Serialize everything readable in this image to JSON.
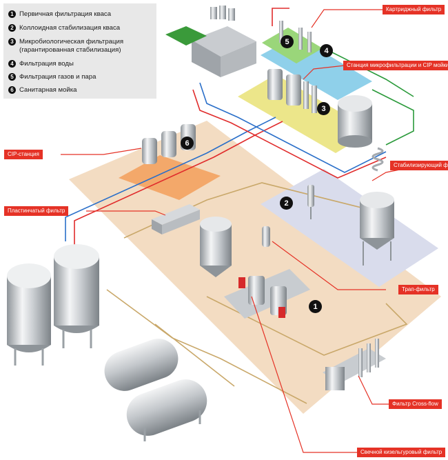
{
  "legend": {
    "items": [
      {
        "num": "1",
        "label": "Первичная фильтрация кваса"
      },
      {
        "num": "2",
        "label": "Коллоидная стабилизация кваса"
      },
      {
        "num": "3",
        "label": "Микробиологическая фильтрация",
        "label2": "(гарантированная стабилизация)"
      },
      {
        "num": "4",
        "label": "Фильтрация воды"
      },
      {
        "num": "5",
        "label": "Фильтрация газов и пара"
      },
      {
        "num": "6",
        "label": "Санитарная мойка"
      }
    ]
  },
  "callouts": {
    "cartridge": "Картриджный фильтр",
    "microfiltration": "Станция микрофильтрации и CIP мойки",
    "cip": "CIP-станция",
    "stabilizing": "Стабилизирующий фильтр",
    "plate": "Пластинчатый фильтр",
    "trap": "Трап-фильтр",
    "crossflow": "Фильтр Cross-flow",
    "candle": "Свечной кизельгуровый фильтр"
  },
  "zones": {
    "z1": "1",
    "z2": "2",
    "z3": "3",
    "z4": "4",
    "z5": "5",
    "z6": "6"
  },
  "colors": {
    "zone1": "#f3dcc2",
    "zone2": "#d9dcec",
    "zone3": "#ece68a",
    "zone4": "#8fd0ea",
    "zone5": "#9ad67a",
    "zone6": "#f3a86a",
    "callout": "#e53226",
    "pipe_red": "#e02b2b",
    "pipe_blue": "#2a6fc9",
    "pipe_green": "#2a9a3a",
    "pipe_tan": "#c9a86a"
  }
}
